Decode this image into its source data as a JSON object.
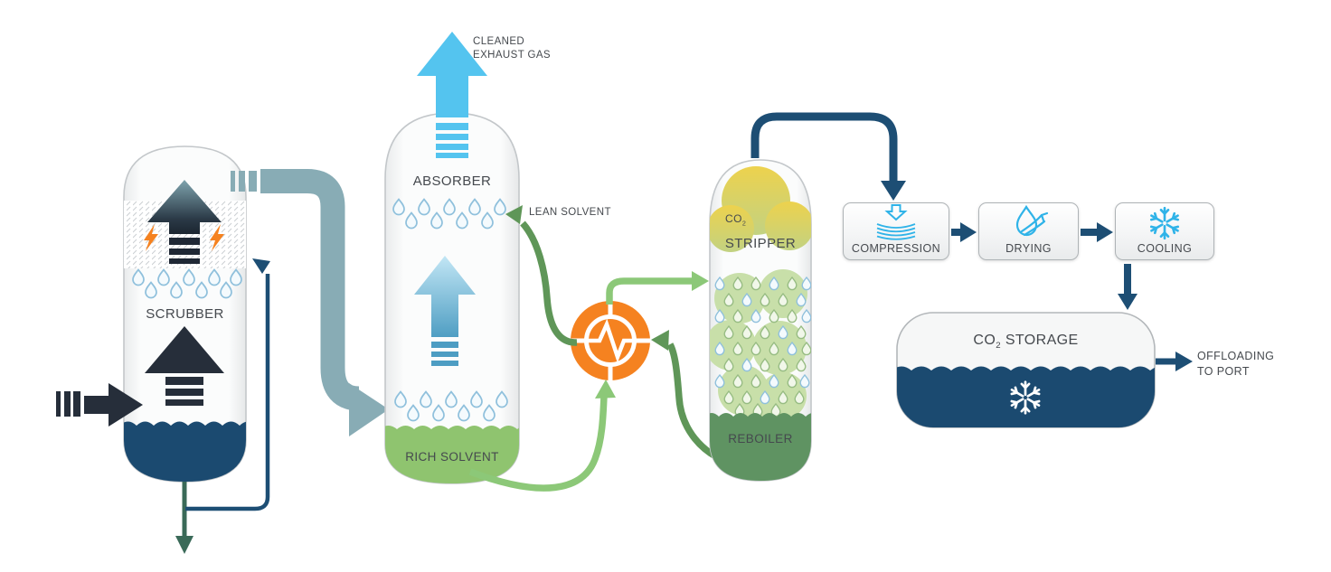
{
  "colors": {
    "navy": "#1d4e74",
    "liquid_navy": "#1b4a70",
    "steel_teal_pipe": "#88acb5",
    "cyan_arrow": "#54c4ef",
    "icon_cyan": "#2fb3e8",
    "orange": "#f58220",
    "light_green_line": "#8cc878",
    "dark_green_line": "#5f9658",
    "rich_solvent_green": "#8fc46f",
    "reboiler_green": "#5f9362",
    "cloud_yellow": "#ecd150",
    "charcoal_arrow": "#262e3a",
    "text_gray": "#45494e"
  },
  "scrubber": {
    "label": "SCRUBBER"
  },
  "absorber": {
    "label": "ABSORBER",
    "outlet_line1": "CLEANED",
    "outlet_line2": "EXHAUST GAS",
    "lean_solvent": "LEAN SOLVENT",
    "rich_solvent": "RICH SOLVENT"
  },
  "stripper": {
    "label": "STRIPPER",
    "co2_prefix": "CO",
    "co2_sub": "2",
    "reboiler": "REBOILER"
  },
  "processing": {
    "steps": [
      {
        "label": "COMPRESSION",
        "icon": "compression-icon"
      },
      {
        "label": "DRYING",
        "icon": "drying-icon"
      },
      {
        "label": "COOLING",
        "icon": "cooling-icon"
      }
    ]
  },
  "storage": {
    "label_prefix": "CO",
    "label_sub": "2",
    "label_suffix": " STORAGE",
    "offloading_line1": "OFFLOADING",
    "offloading_line2": "TO PORT"
  }
}
